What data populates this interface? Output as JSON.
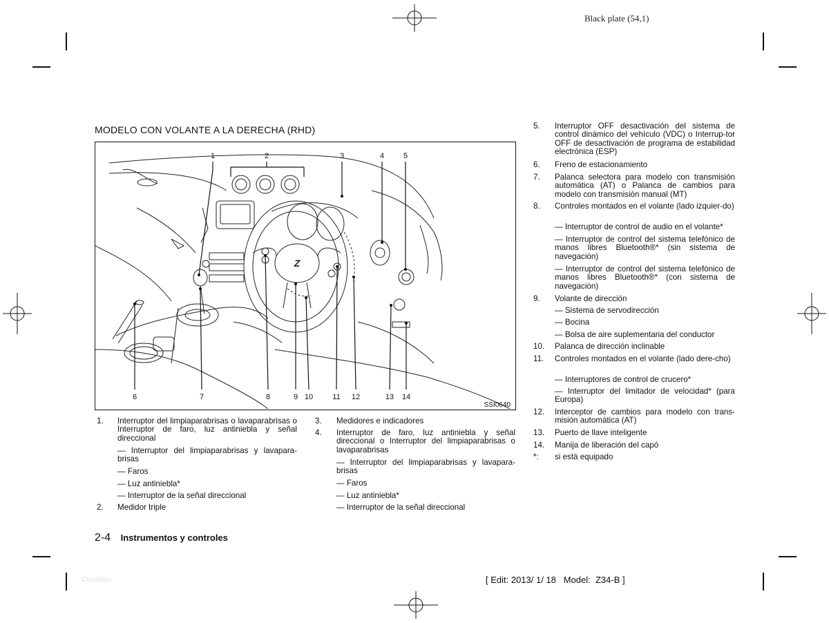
{
  "plate_text": "Black plate (54,1)",
  "section_title": "MODELO CON VOLANTE A LA DERECHA (RHD)",
  "figure": {
    "code": "SSI0640",
    "callouts": [
      "1",
      "2",
      "3",
      "4",
      "5",
      "6",
      "7",
      "8",
      "9",
      "10",
      "11",
      "12",
      "13",
      "14"
    ]
  },
  "col1": {
    "item1_num": "1.",
    "item1_text": "Interruptor del limpiaparabrisas o lavaparabrisas o Interruptor de faro, luz antiniebla y señal direccional",
    "item1_sub": [
      "— Interruptor del limpiaparabrisas y lavapara-brisas",
      "— Faros",
      "— Luz antiniebla*",
      "— Interruptor de la señal direccional"
    ],
    "item2_num": "2.",
    "item2_text": "Medidor triple"
  },
  "col2": {
    "item3_num": "3.",
    "item3_text": "Medidores e indicadores",
    "item4_num": "4.",
    "item4_text": "Interruptor de faro, luz antiniebla y señal direccional o Interruptor del limpiaparabrisas o lavaparabrisas",
    "item4_sub": [
      "— Interruptor del limpiaparabrisas y lavapara-brisas",
      "— Faros",
      "— Luz antiniebla*",
      "— Interruptor de la señal direccional"
    ]
  },
  "col3": {
    "items": [
      {
        "num": "5.",
        "text": "Interruptor OFF desactivación del sistema de control dinámico del vehículo (VDC) o Interrup-tor OFF de desactivación de programa de estabilidad electrónica (ESP)"
      },
      {
        "num": "6.",
        "text": "Freno de estacionamiento"
      },
      {
        "num": "7.",
        "text": "Palanca selectora para modelo con transmisión automática (AT) o Palanca de cambios para modelo con transmisión manual (MT)"
      },
      {
        "num": "8.",
        "text": "Controles montados en el volante (lado izquier-do)"
      },
      {
        "num": "",
        "text": "— Interruptor de control de audio en el volante*"
      },
      {
        "num": "",
        "text": "— Interruptor de control del sistema telefónico de manos libres Bluetooth®* (sin sistema de navegación)"
      },
      {
        "num": "",
        "text": "— Interruptor de control del sistema telefónico de manos libres Bluetooth®* (con sistema de navegación)"
      },
      {
        "num": "9.",
        "text": "Volante de dirección"
      },
      {
        "num": "",
        "text": "— Sistema de servodirección"
      },
      {
        "num": "",
        "text": "— Bocina"
      },
      {
        "num": "",
        "text": "— Bolsa de aire suplementaria del conductor"
      },
      {
        "num": "10.",
        "text": "Palanca de dirección inclinable"
      },
      {
        "num": "11.",
        "text": "Controles montados en el volante (lado dere-cho)"
      },
      {
        "num": "",
        "text": "— Interruptores de control de crucero*"
      },
      {
        "num": "",
        "text": "— Interruptor del limitador de velocidad* (para Europa)"
      },
      {
        "num": "12.",
        "text": "Interceptor de cambios para modelo con trans-misión automática (AT)"
      },
      {
        "num": "13.",
        "text": "Puerto de llave inteligente"
      },
      {
        "num": "14.",
        "text": "Manija de liberación del capó"
      },
      {
        "num": "*:",
        "text": "si está equipado"
      }
    ]
  },
  "footer": {
    "page_number": "2-4",
    "page_title": "Instrumentos y controles",
    "condition": "Condition:",
    "edit_info": "[ Edit: 2013/ 1/ 18   Model:  Z34-B ]"
  }
}
